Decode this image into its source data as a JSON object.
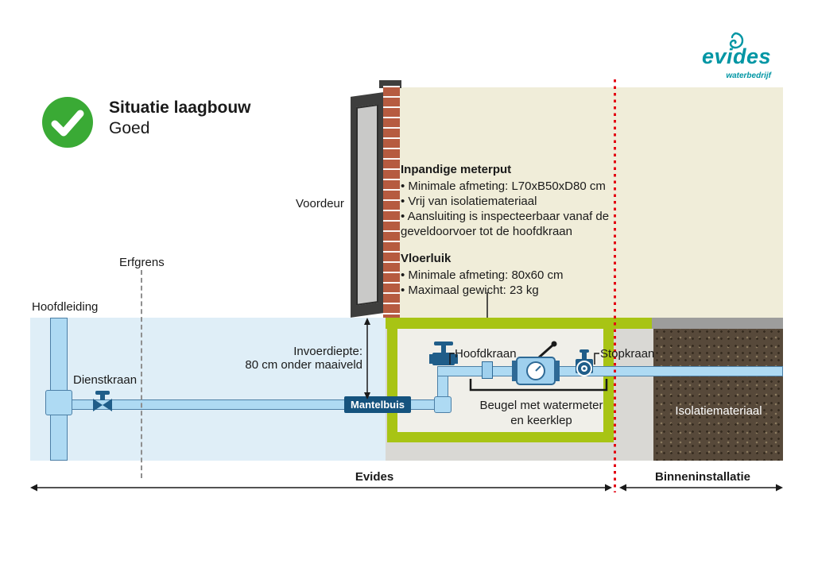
{
  "brand": {
    "name": "evides",
    "tagline": "waterbedrijf",
    "color": "#0096a4"
  },
  "header": {
    "title": "Situatie laagbouw",
    "subtitle": "Goed",
    "check_color": "#3aaa35"
  },
  "diagram": {
    "labels": {
      "voordeur": "Voordeur",
      "erfgrens": "Erfgrens",
      "hoofdleiding": "Hoofdleiding",
      "dienstkraan": "Dienstkraan",
      "invoerdiepte": "Invoerdiepte:\n80 cm onder maaiveld",
      "mantelbuis": "Mantelbuis",
      "hoofdkraan": "Hoofdkraan",
      "stopkraan": "Stopkraan",
      "beugel": "Beugel met watermeter\nen keerklep",
      "isolatiemateriaal": "Isolatiemateriaal"
    },
    "zones": {
      "left": "Evides",
      "right": "Binneninstallatie"
    },
    "info_meterput": {
      "title": "Inpandige meterput",
      "bullets": [
        "Minimale afmeting: L70xB50xD80 cm",
        "Vrij van isolatiemateriaal",
        "Aansluiting is inspecteerbaar vanaf de geveldoorvoer tot de hoofdkraan"
      ]
    },
    "info_vloerluik": {
      "title": "Vloerluik",
      "bullets": [
        "Minimale afmeting: 80x60 cm",
        "Maximaal gewicht: 23 kg"
      ]
    },
    "colors": {
      "pit_green": "#a8c414",
      "pipe_blue": "#aedaf3",
      "boundary_red": "#e30613",
      "label_badge_blue": "#15537e",
      "ground_blue": "#dfeef7",
      "interior_beige": "#f0edd9",
      "insulation_brown": "#57493a"
    }
  }
}
